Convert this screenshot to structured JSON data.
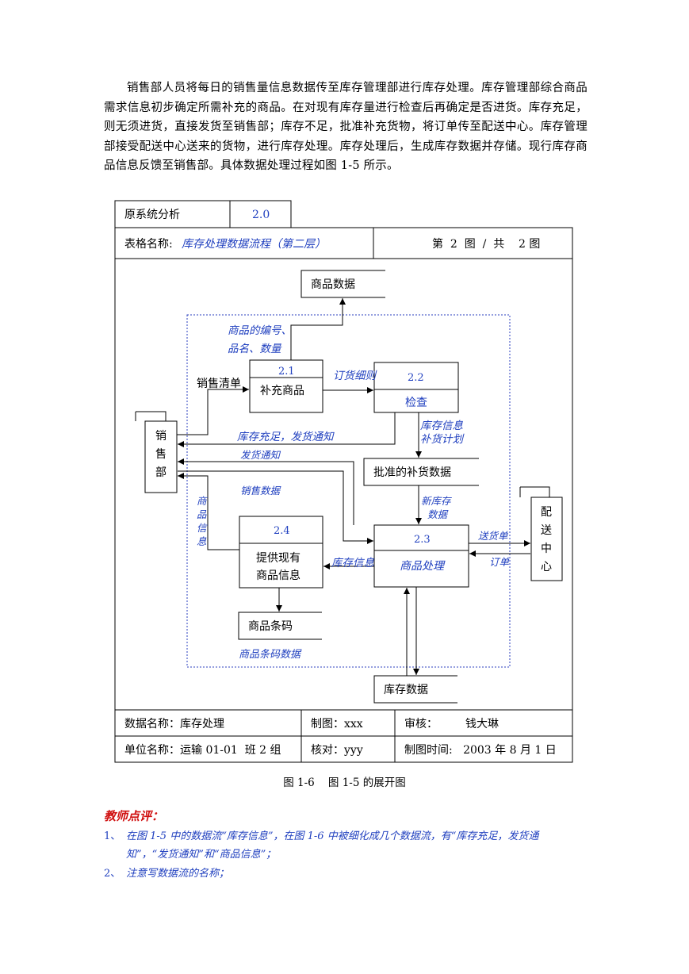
{
  "intro_paragraph": "销售部人员将每日的销售量信息数据传至库存管理部进行库存处理。库存管理部综合商品需求信息初步确定所需补充的商品。在对现有库存量进行检查后再确定是否进货。库存充足，则无须进货，直接发货至销售部；库存不足，批准补充货物，将订单传至配送中心。库存管理部接受配送中心送来的货物，进行库存处理。库存处理后，生成库存数据并存储。现行库存商品信息反馈至销售部。具体数据处理过程如图 1-5 所示。",
  "form": {
    "system_label": "原系统分析",
    "system_no": "2.0",
    "table_name_label": "表格名称:",
    "table_name_value": "库存处理数据流程（第二层）",
    "page_info": "第  2  图  /  共    2 图",
    "data_name": "数据名称：库存处理",
    "drawn_by": "制图：xxx",
    "reviewer_label": "审核：",
    "reviewer_name": "钱大琳",
    "unit_name": "单位名称：运输 01-01  班 2 组",
    "checked_by": "核对：yyy",
    "draw_time": "制图时间:   2003 年 8 月 1 日"
  },
  "diagram": {
    "store_goods": "商品数据",
    "store_approved": "批准的补货数据",
    "store_barcode": "商品条码",
    "store_inventory": "库存数据",
    "p21_id": "2.1",
    "p21_name": "补充商品",
    "p22_id": "2.2",
    "p22_name": "检查",
    "p23_id": "2.3",
    "p23_name": "商品处理",
    "p24_id": "2.4",
    "p24_name_1": "提供现有",
    "p24_name_2": "商品信息",
    "ext_sales": [
      "销",
      "售",
      "部"
    ],
    "ext_dist": [
      "配",
      "送",
      "中",
      "心"
    ],
    "f_goods_no_1": "商品的编号、",
    "f_goods_no_2": "品名、数量",
    "f_sales_list": "销售清单",
    "f_order_detail": "订货细则",
    "f_stock_sufficient": "库存充足，发货通知",
    "f_ship_notice": "发货通知",
    "f_sales_data": "销售数据",
    "f_stock_info_plan_1": "库存信息",
    "f_stock_info_plan_2": "补货计划",
    "f_new_stock_1": "新库存",
    "f_new_stock_2": "数据",
    "f_goods_info": [
      "商",
      "品",
      "信",
      "息"
    ],
    "f_stock_info": "库存信息",
    "f_delivery": "送货单",
    "f_order": "订单",
    "f_barcode_data": "商品条码数据"
  },
  "caption": "图 1-6    图 1-5 的展开图",
  "review": {
    "title": "教师点评：",
    "items": [
      {
        "num": "1、",
        "text": "在图 1-5 中的数据流“库存信息”，在图 1-6 中被细化成几个数据流，有“库存充足，发货通知”，“发货通知”和“商品信息”；"
      },
      {
        "num": "2、",
        "text": "注意写数据流的名称；"
      }
    ]
  },
  "colors": {
    "annotation_blue": "#1f3fbf",
    "review_red": "#d01010",
    "boundary_blue": "#2b3fbf"
  }
}
